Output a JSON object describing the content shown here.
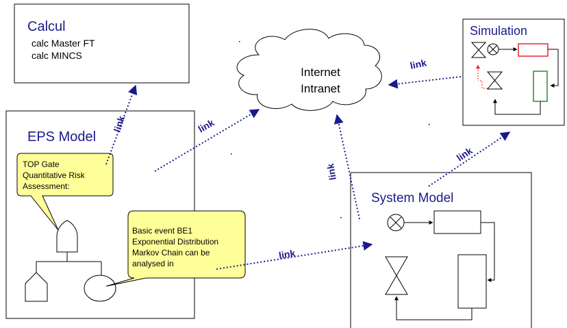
{
  "calcul": {
    "title": "Calcul",
    "line1": "calc Master FT",
    "line2": "calc MINCS"
  },
  "cloud": {
    "line1": "Internet",
    "line2": "Intranet"
  },
  "simulation": {
    "title": "Simulation"
  },
  "eps_model": {
    "title": "EPS Model",
    "callout_top": [
      "TOP Gate",
      "Quantitative Risk",
      "Assessment:"
    ],
    "callout_basic": [
      "Basic event BE1",
      "Exponential Distribution",
      "Markov Chain can be",
      "analysed in"
    ]
  },
  "system_model": {
    "title": "System Model"
  },
  "links": {
    "eps_calcul": "link",
    "eps_cloud": "link",
    "system_cloud": "link",
    "system_simulation": "link",
    "simulation_cloud": "link",
    "basic_system": "link"
  },
  "colors": {
    "title_blue": "#1a1a8c",
    "link_blue": "#1a1a8c",
    "callout_yellow": "#ffff99",
    "sim_red": "#e8232a",
    "sim_green": "#2e8b2e"
  }
}
